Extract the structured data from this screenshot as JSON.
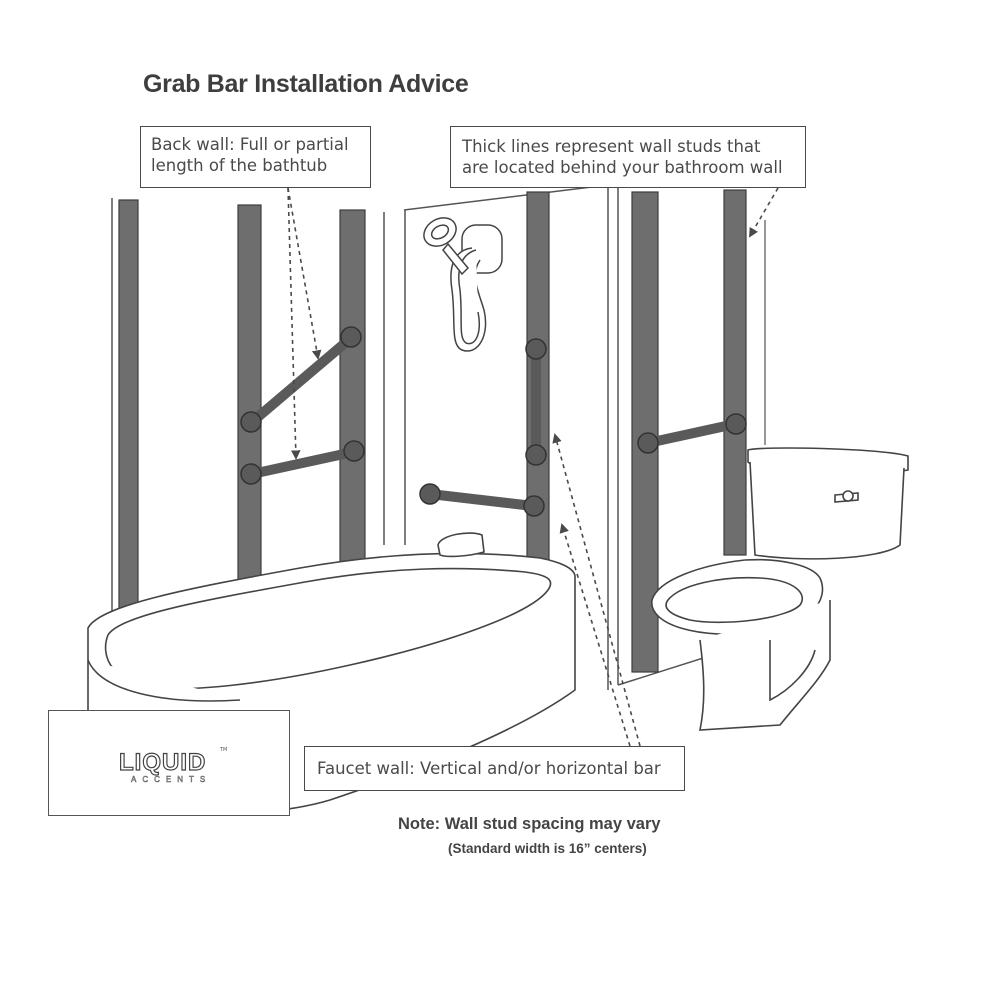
{
  "title": "Grab Bar Installation Advice",
  "callouts": {
    "back_wall_line1": "Back wall: Full or partial",
    "back_wall_line2": "length of the bathtub",
    "studs_line1": "Thick lines represent wall studs that",
    "studs_line2": "are located behind your bathroom wall",
    "faucet_wall": "Faucet wall: Vertical and/or horizontal bar"
  },
  "note": {
    "main": "Note: Wall stud spacing may vary",
    "sub": "(Standard width is 16” centers)"
  },
  "logo": {
    "word": "LIQUID",
    "sub": "ACCENTS",
    "tm": "TM"
  },
  "colors": {
    "stud": "#6e6e6e",
    "bar": "#5a5a5a",
    "line": "#4a4a4a"
  }
}
